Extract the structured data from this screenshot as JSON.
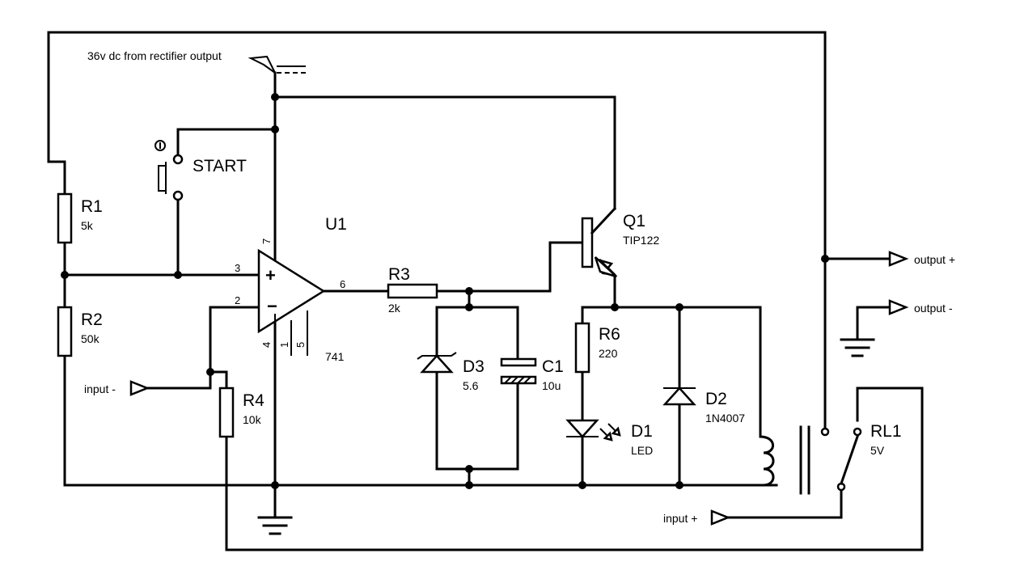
{
  "source_label": "36v dc from rectifier output",
  "switch_label": "START",
  "opamp": {
    "ref": "U1",
    "model": "741",
    "pins": {
      "p7": "7",
      "p3": "3",
      "p2": "2",
      "p6": "6",
      "p4": "4",
      "p1": "1",
      "p5": "5"
    },
    "plus": "+",
    "minus": "−"
  },
  "components": {
    "r1": {
      "ref": "R1",
      "value": "5k"
    },
    "r2": {
      "ref": "R2",
      "value": "50k"
    },
    "r3": {
      "ref": "R3",
      "value": "2k"
    },
    "r4": {
      "ref": "R4",
      "value": "10k"
    },
    "r6": {
      "ref": "R6",
      "value": "220"
    },
    "q1": {
      "ref": "Q1",
      "value": "TIP122"
    },
    "d1": {
      "ref": "D1",
      "value": "LED"
    },
    "d2": {
      "ref": "D2",
      "value": "1N4007"
    },
    "d3": {
      "ref": "D3",
      "value": "5.6"
    },
    "c1": {
      "ref": "C1",
      "value": "10u"
    },
    "rl1": {
      "ref": "RL1",
      "value": "5V"
    }
  },
  "ports": {
    "input_minus": "input -",
    "input_plus": "input +",
    "output_plus": "output +",
    "output_minus": "output -"
  }
}
